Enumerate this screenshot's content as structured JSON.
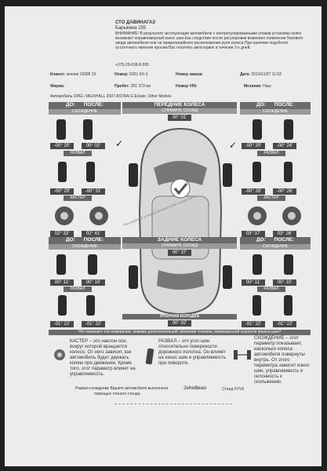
{
  "company": {
    "name": "СТО ДАВИНАГАЗ",
    "address": "Барыкина 155",
    "warning": "ВНИМАНИЕ! В результате эксплуатации автомобиля с неотрегулированными углами установки колес возникает неравномерный износ шин.Как следствие после регулировки возможно появление бокового увода автомобиля или не прямолинейного расположения руля колеса.При наличии подобного остаточного явления просим Вас посетить автосервис в течении 3-х дней.",
    "phone": "+375-29-638-8-555"
  },
  "info": {
    "client_label": "Клиент:",
    "client": "зенник 19995 15",
    "number_label": "Номер:",
    "number": "6261 КХ-3",
    "order_label": "Номер заказа:",
    "date_label": "Дата:",
    "date": "2019/11/07 11:53",
    "firm_label": "Фирма:",
    "mileage_label": "Пробег:",
    "mileage": "251 373 км",
    "vin_label": "Номер VIN:",
    "mechanic_label": "Механик:",
    "mechanic": "Наш",
    "vehicle": "Автомобиль OPEL-VAUXHALL 2007 ASTRA-G Estate, Other Models"
  },
  "labels": {
    "before": "ДО:",
    "after": "ПОСЛЕ:",
    "toe": "СХОЖДЕНИЕ",
    "camber": "РАЗВАЛ",
    "caster": "КАСТЕР"
  },
  "front": {
    "title": "ПЕРЕДНИЕ КОЛЕСА",
    "subtitle": "СУММАРН. СХОЖД",
    "total_toe": "00° 01'"
  },
  "left": {
    "toe": {
      "before": "-00° 20'",
      "after": "00° 02'"
    },
    "camber": {
      "before": "-00° 29'",
      "after": "-00° 31'"
    },
    "caster": {
      "before": "02° 33'",
      "after": "02° 41'"
    }
  },
  "right": {
    "toe": {
      "before": "-00° 20'",
      "after": "-00° 24'"
    },
    "camber": {
      "before": "-00° 28'",
      "after": "-00° 26'"
    },
    "caster": {
      "before": "03° 37'",
      "after": "03° 26'"
    }
  },
  "rear": {
    "title": "ЗАДНИЕ КОЛЕСА",
    "subtitle": "СУММАРН. СХОЖД",
    "total_toe": "00° 37'",
    "thrust_label": "УПОРНАЯ КОЛОДКА",
    "thrust_value": "00° 02'"
  },
  "left_rear": {
    "toe": {
      "before": "00° 11'",
      "after": "00° 10'"
    },
    "camber": {
      "before": "-01° 22'",
      "after": "-01° 22'"
    }
  },
  "right_rear": {
    "toe": {
      "before": "00° 11'",
      "after": "00° 10'"
    },
    "camber": {
      "before": "-01° 22'",
      "after": "-01° 22'"
    }
  },
  "stamp": "Регулировка углов установки колес выполнена",
  "footer": {
    "banner": "Что означают эти измерения, помимо дополнительной экономии топлива, минимальной скорости износа шин?",
    "caster_text": "КАСТЕР – это наклон оси, вокруг которой вращается колесо. От него зависит, как автомобиль будет держать колею при движении. Кроме того, этот параметр влияет на управляемость.",
    "camber_text": "РАЗВАЛ – это угол шин относительно поверхности дорожного полотна. Он влияет на износ шин и управляемость при повороте.",
    "toe_text": "СХОЖДЕНИЕ – этот параметр показывает, насколько колеса автомобиля повернуты внутрь. От этого параметра зависит износ шин, управляемость и склонность к скольжению.",
    "made_by": "Развал-схождение Вашего автомобиля выполнено",
    "brand": "JohnBean",
    "stand": "Стенд FVV6",
    "specialist": "помощью точного стенда"
  }
}
